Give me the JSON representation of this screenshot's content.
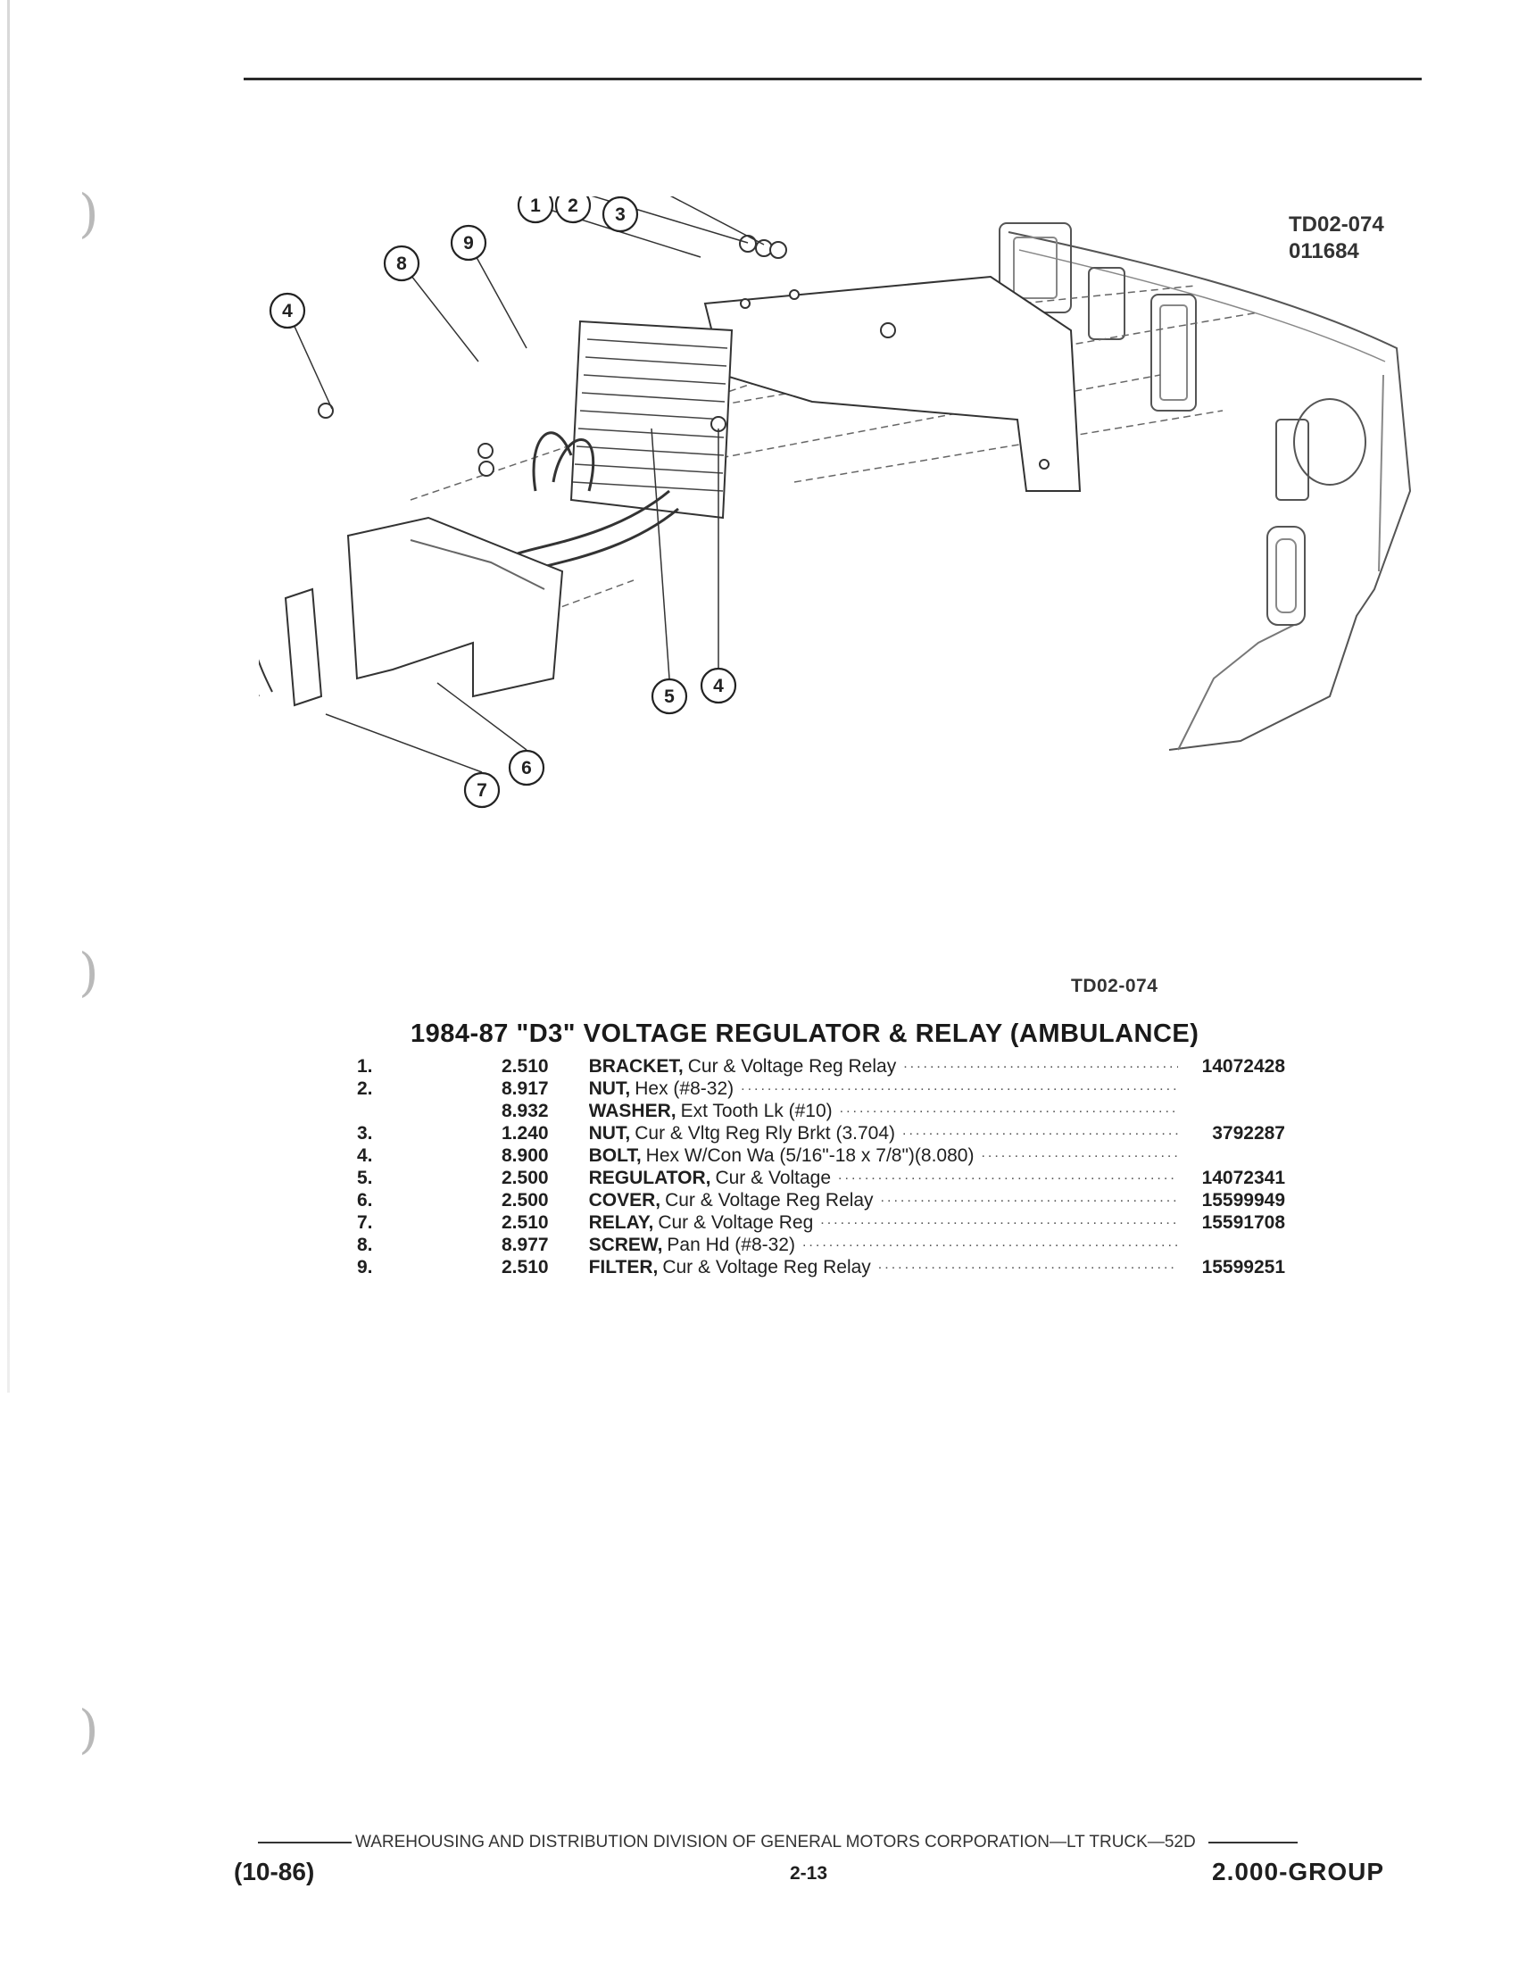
{
  "header": {
    "ref_code_1": "TD02-074",
    "ref_code_2": "011684"
  },
  "figure": {
    "callouts": [
      "1",
      "2",
      "3",
      "4",
      "5",
      "6",
      "7",
      "8",
      "9"
    ],
    "label": "TD02-074"
  },
  "section": {
    "title": "1984-87 \"D3\" VOLTAGE REGULATOR & RELAY (AMBULANCE)"
  },
  "parts": [
    {
      "idx": "1.",
      "group": "2.510",
      "name": "BRACKET,",
      "desc": "Cur & Voltage Reg Relay",
      "part_no": "14072428"
    },
    {
      "idx": "2.",
      "group": "8.917",
      "name": "NUT,",
      "desc": "Hex (#8-32)",
      "part_no": ""
    },
    {
      "idx": "",
      "group": "8.932",
      "name": "WASHER,",
      "desc": "Ext Tooth Lk (#10)",
      "part_no": ""
    },
    {
      "idx": "3.",
      "group": "1.240",
      "name": "NUT,",
      "desc": "Cur & Vltg Reg Rly Brkt (3.704)",
      "part_no": "3792287"
    },
    {
      "idx": "4.",
      "group": "8.900",
      "name": "BOLT,",
      "desc": "Hex W/Con Wa (5/16\"-18 x 7/8\")(8.080)",
      "part_no": ""
    },
    {
      "idx": "5.",
      "group": "2.500",
      "name": "REGULATOR,",
      "desc": "Cur & Voltage",
      "part_no": "14072341"
    },
    {
      "idx": "6.",
      "group": "2.500",
      "name": "COVER,",
      "desc": "Cur & Voltage Reg Relay",
      "part_no": "15599949"
    },
    {
      "idx": "7.",
      "group": "2.510",
      "name": "RELAY,",
      "desc": "Cur & Voltage Reg",
      "part_no": "15591708"
    },
    {
      "idx": "8.",
      "group": "8.977",
      "name": "SCREW,",
      "desc": "Pan Hd (#8-32)",
      "part_no": ""
    },
    {
      "idx": "9.",
      "group": "2.510",
      "name": "FILTER,",
      "desc": "Cur & Voltage Reg Relay",
      "part_no": "15599251"
    }
  ],
  "footer": {
    "division": "WAREHOUSING AND DISTRIBUTION  DIVISION OF GENERAL MOTORS CORPORATION—LT TRUCK—52D",
    "date": "(10-86)",
    "page": "2-13",
    "group": "2.000-GROUP"
  }
}
